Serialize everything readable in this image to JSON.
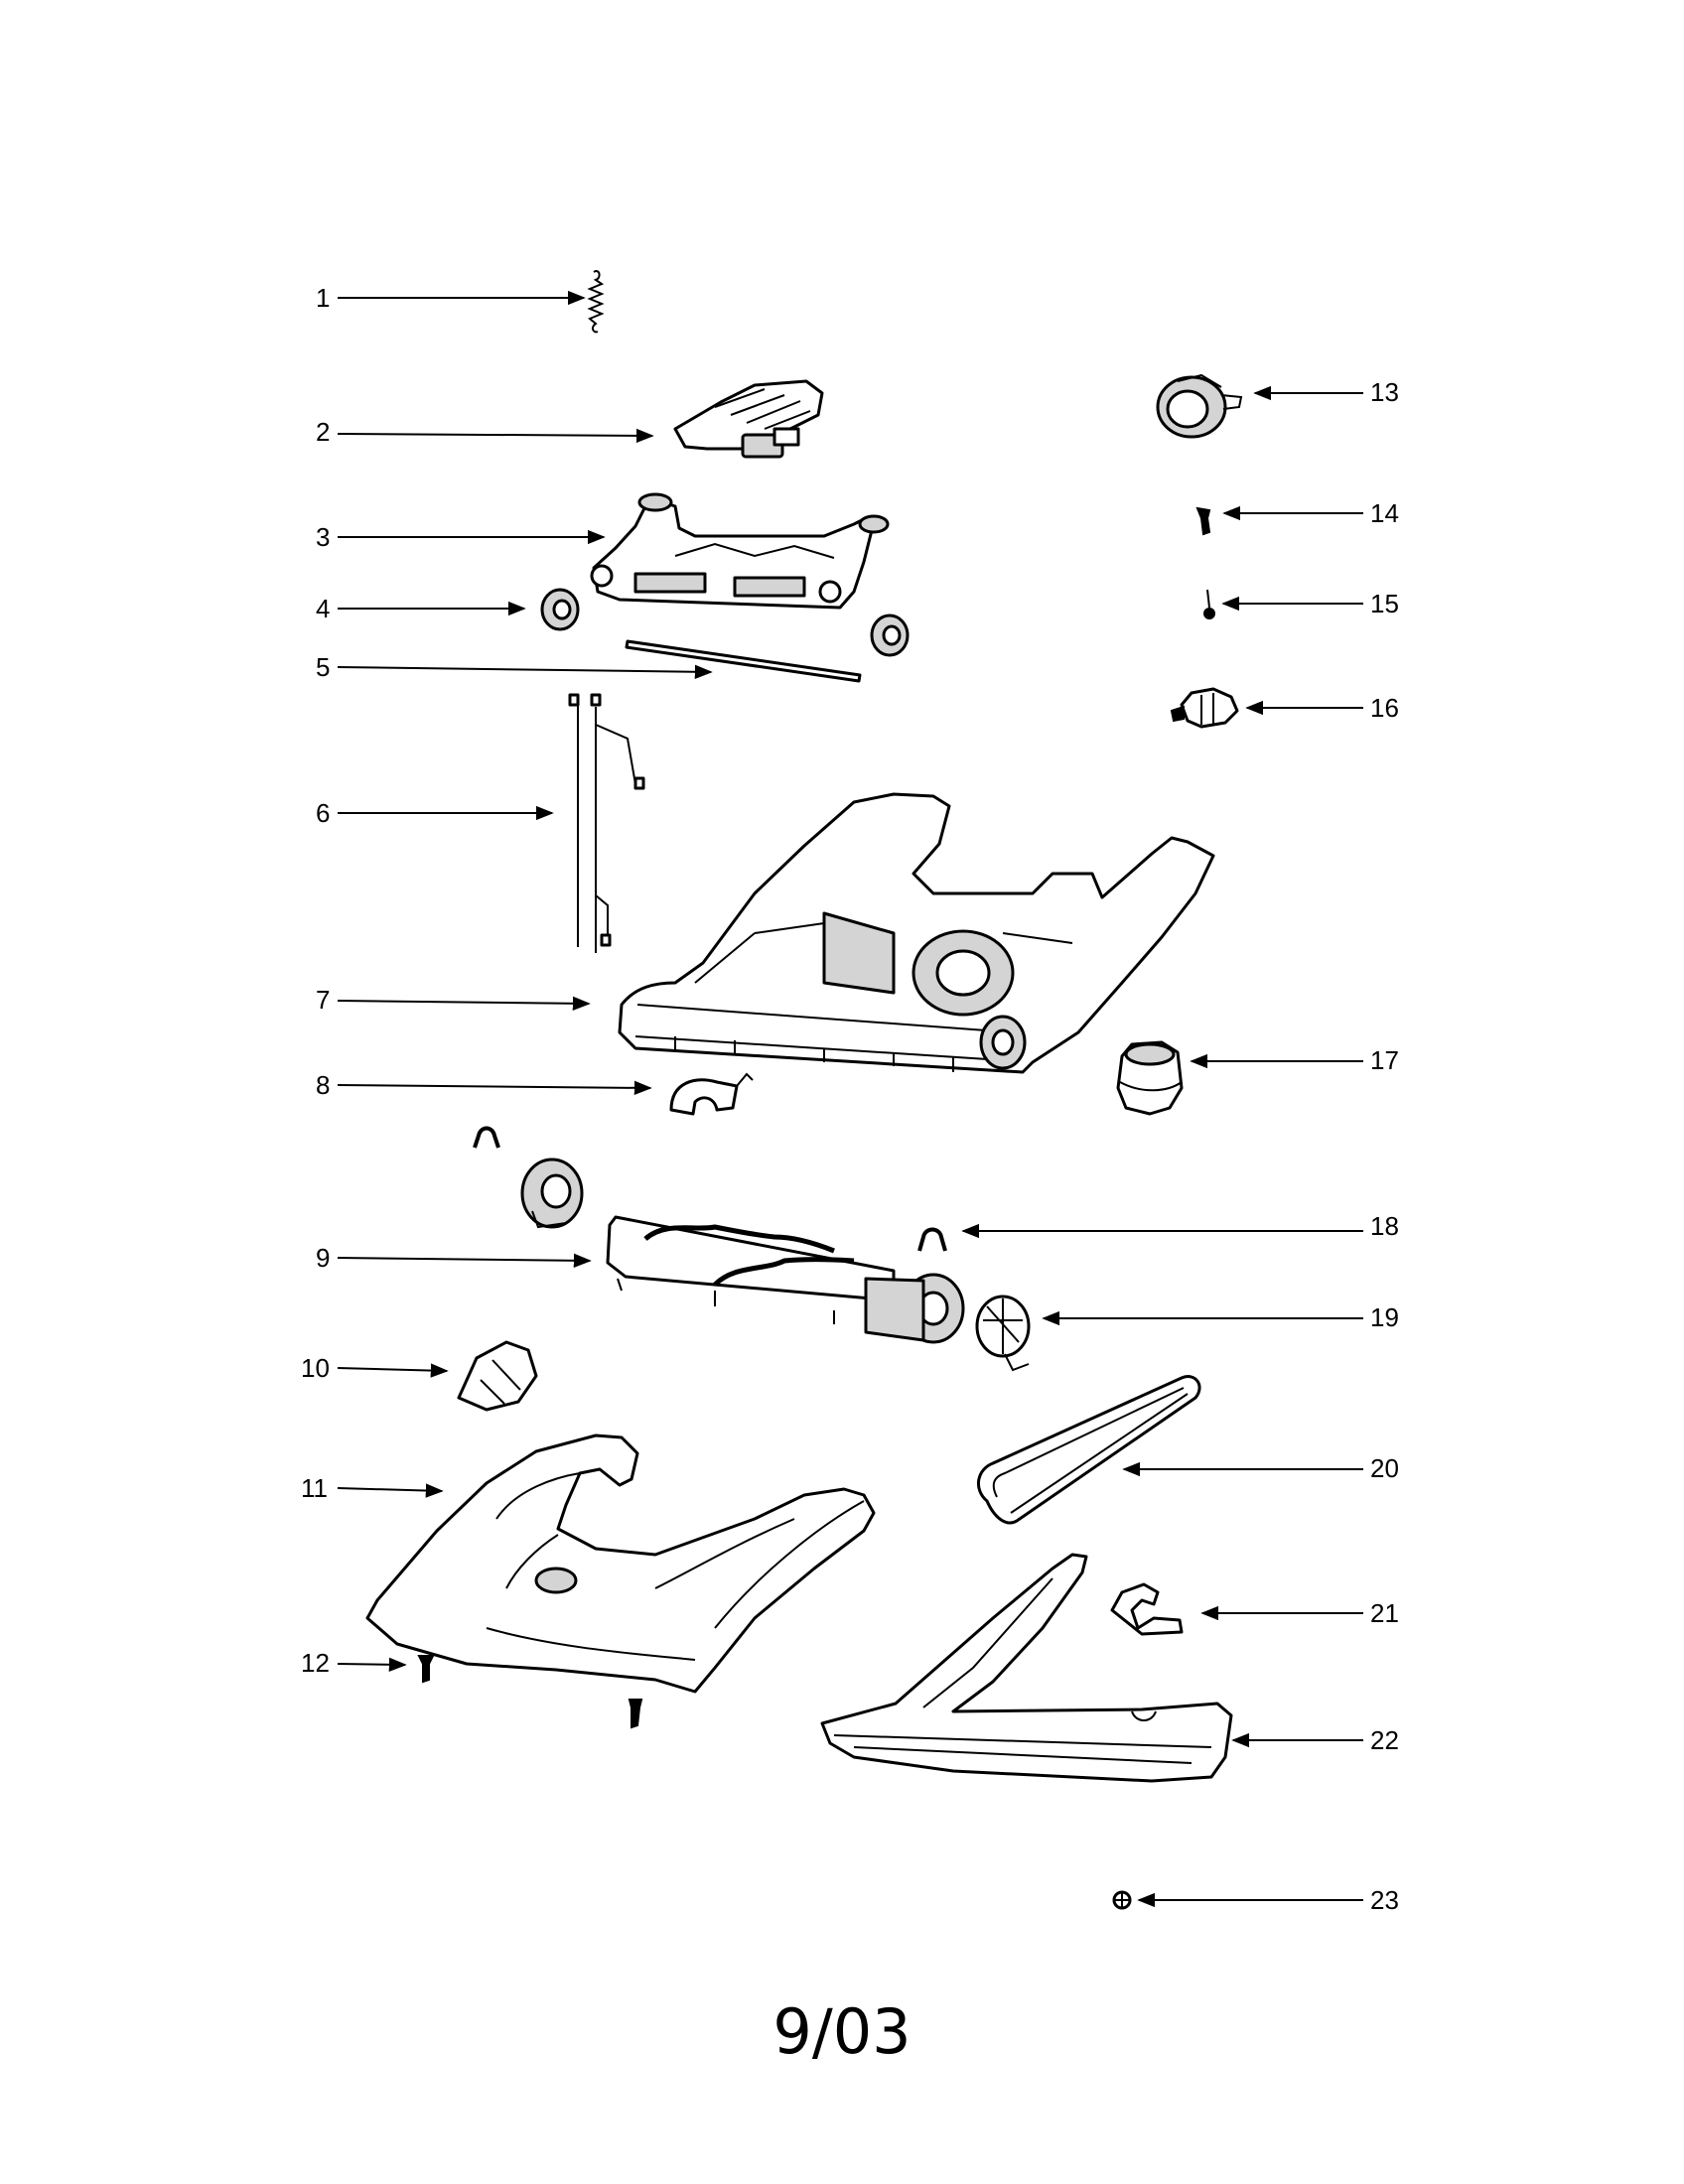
{
  "diagram": {
    "callouts": [
      {
        "id": "1",
        "label": "1"
      },
      {
        "id": "2",
        "label": "2"
      },
      {
        "id": "3",
        "label": "3"
      },
      {
        "id": "4",
        "label": "4"
      },
      {
        "id": "5",
        "label": "5"
      },
      {
        "id": "6",
        "label": "6"
      },
      {
        "id": "7",
        "label": "7"
      },
      {
        "id": "8",
        "label": "8"
      },
      {
        "id": "9",
        "label": "9"
      },
      {
        "id": "10",
        "label": "10"
      },
      {
        "id": "11",
        "label": "11"
      },
      {
        "id": "12",
        "label": "12"
      },
      {
        "id": "13",
        "label": "13"
      },
      {
        "id": "14",
        "label": "14"
      },
      {
        "id": "15",
        "label": "15"
      },
      {
        "id": "16",
        "label": "16"
      },
      {
        "id": "17",
        "label": "17"
      },
      {
        "id": "18",
        "label": "18"
      },
      {
        "id": "19",
        "label": "19"
      },
      {
        "id": "20",
        "label": "20"
      },
      {
        "id": "21",
        "label": "21"
      },
      {
        "id": "22",
        "label": "22"
      },
      {
        "id": "23",
        "label": "23"
      }
    ]
  },
  "footer": {
    "date": "9/03"
  }
}
